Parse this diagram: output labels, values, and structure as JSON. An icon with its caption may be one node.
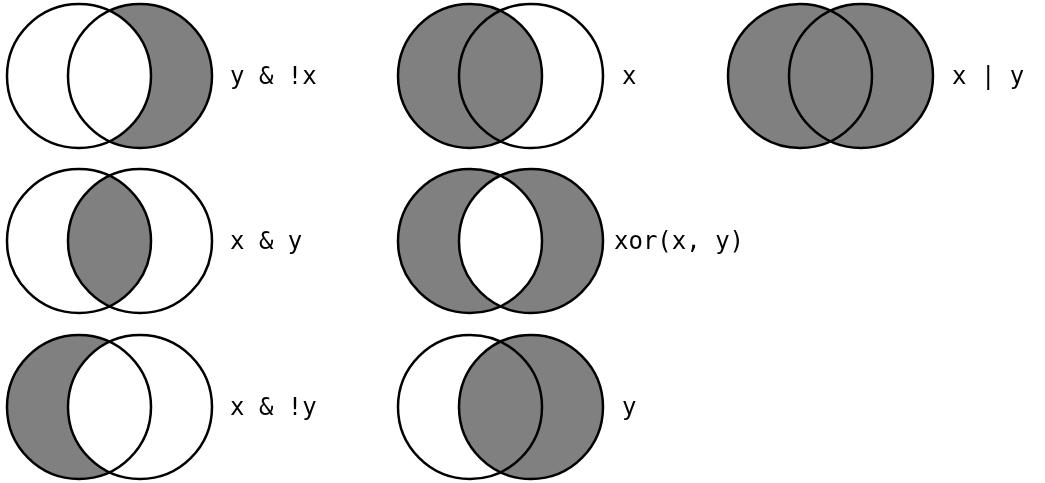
{
  "diagram": {
    "labels": [
      "y & !x",
      "x",
      "x | y",
      "x & y",
      "xor(x, y)",
      "x & !y",
      "y"
    ]
  }
}
